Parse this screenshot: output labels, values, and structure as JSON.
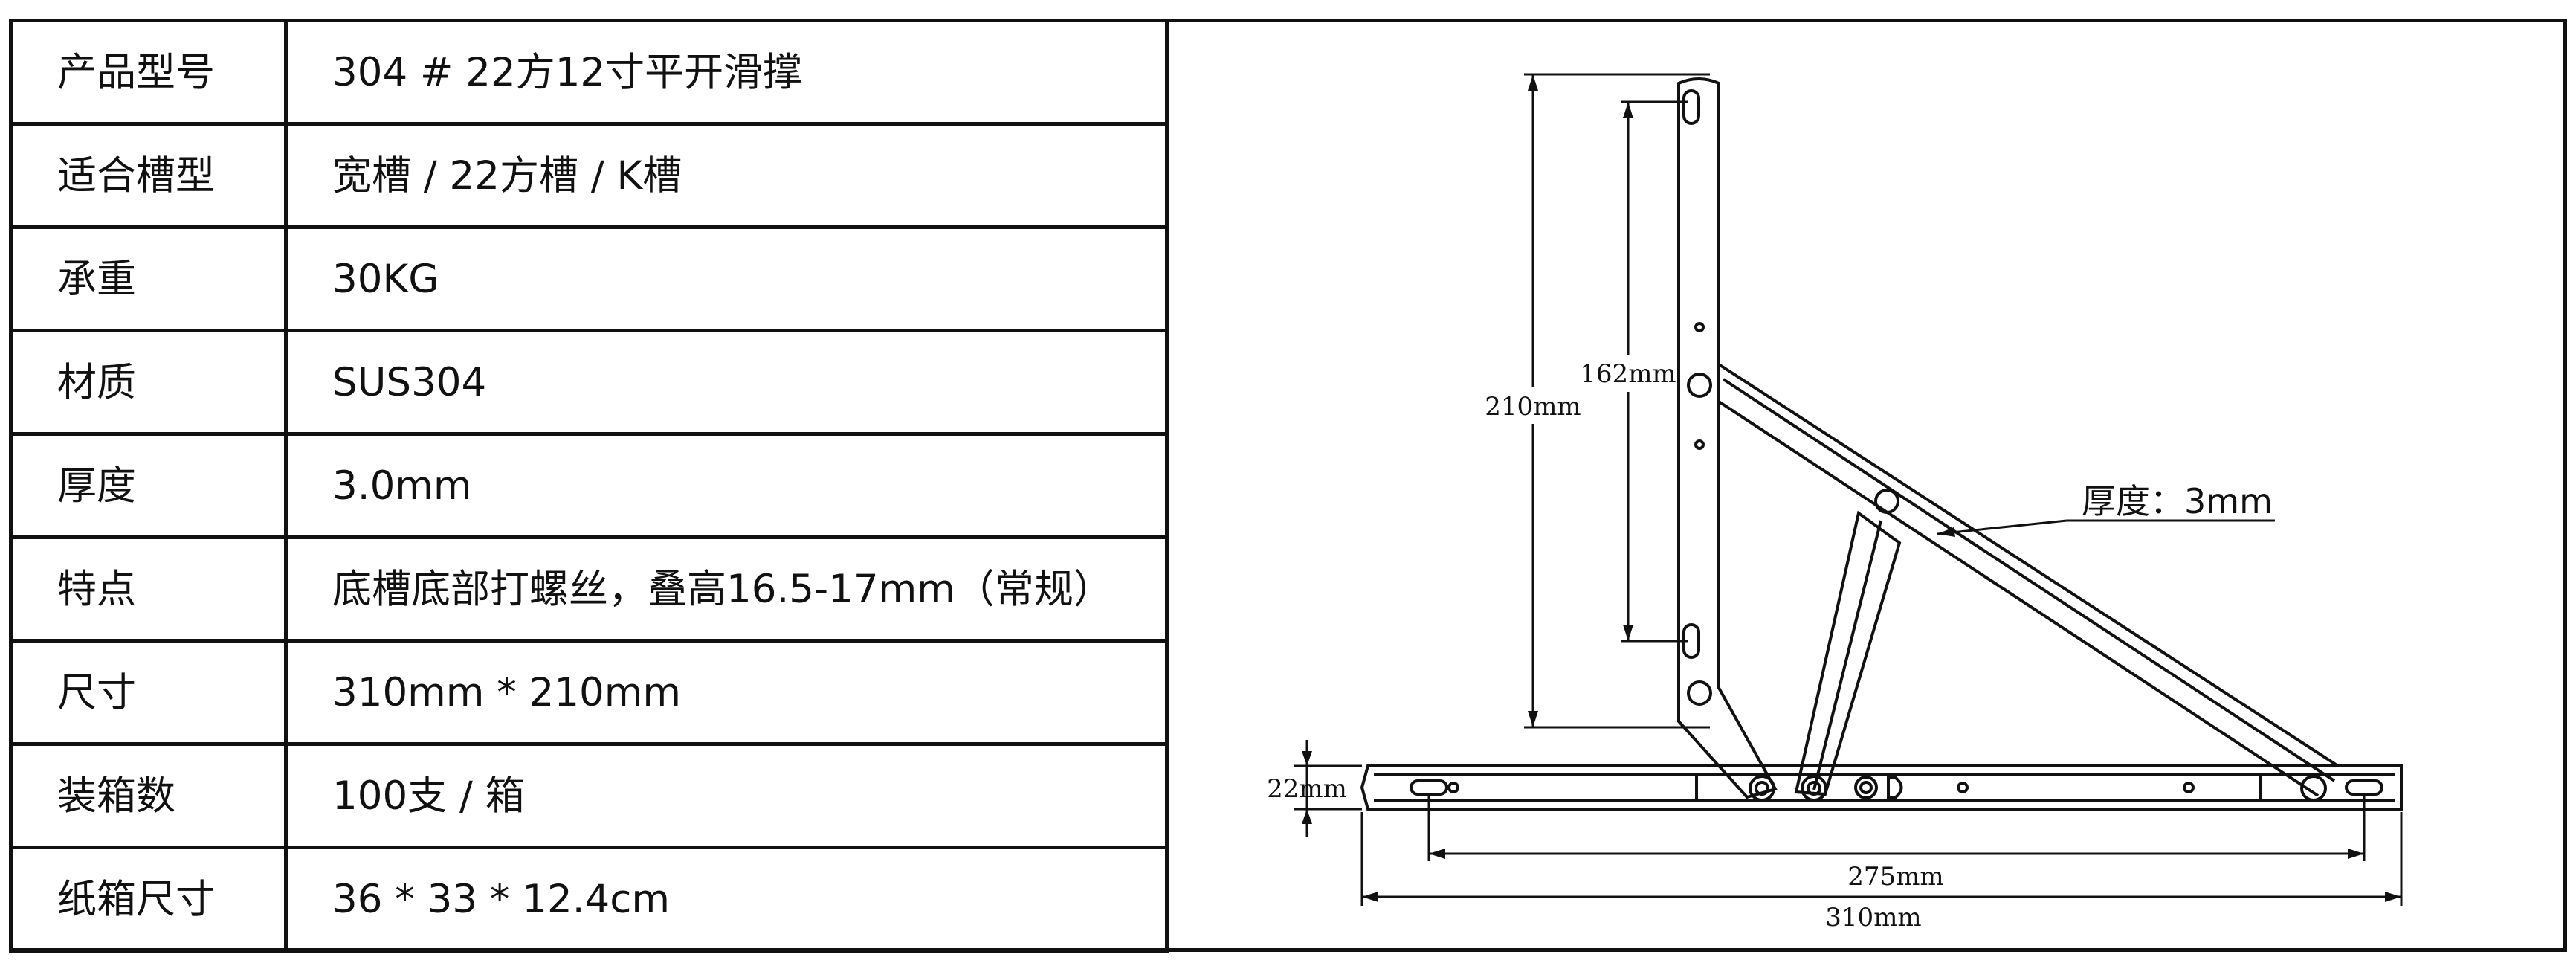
{
  "specs": [
    {
      "label": "产品型号",
      "value": "304 # 22方12寸平开滑撑"
    },
    {
      "label": "适合槽型",
      "value": "宽槽 / 22方槽 / K槽"
    },
    {
      "label": "承重",
      "value": "30KG"
    },
    {
      "label": "材质",
      "value": "SUS304"
    },
    {
      "label": "厚度",
      "value": "3.0mm"
    },
    {
      "label": "特点",
      "value": "底槽底部打螺丝，叠高16.5-17mm（常规）"
    },
    {
      "label": "尺寸",
      "value": "310mm * 210mm"
    },
    {
      "label": "装箱数",
      "value": "100支 / 箱"
    },
    {
      "label": "纸箱尺寸",
      "value": "36 * 33 * 12.4cm"
    }
  ],
  "drawing": {
    "dim_height_outer": "210mm",
    "dim_height_inner": "162mm",
    "dim_track_height": "22mm",
    "dim_inner_length": "275mm",
    "dim_total_length": "310mm",
    "thickness_note": "厚度：3mm"
  }
}
